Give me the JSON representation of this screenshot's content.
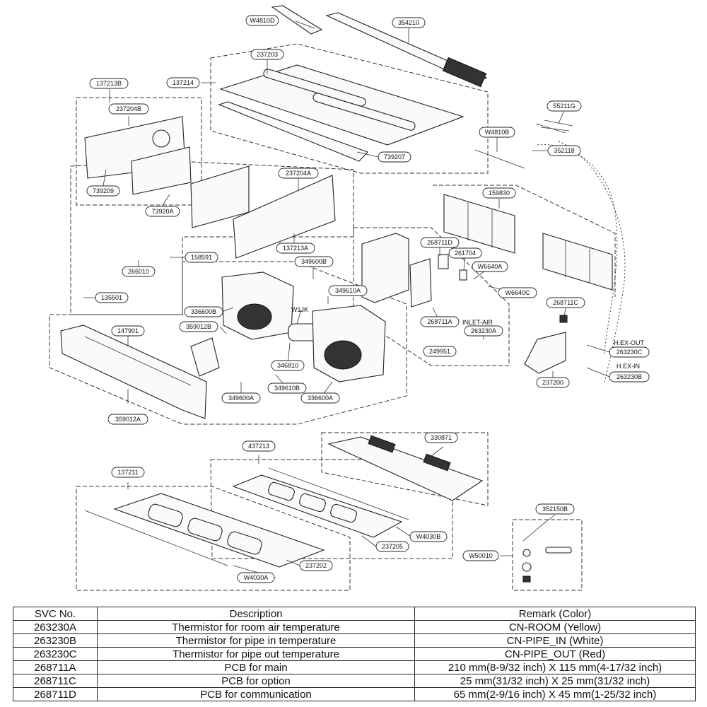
{
  "callouts": [
    "W4810D",
    "354210",
    "237203",
    "137214",
    "137213B",
    "237204B",
    "739209",
    "73920A",
    "237204A",
    "739207",
    "55211G",
    "W4810B",
    "352118",
    "159830",
    "158591",
    "137213A",
    "266010",
    "349600B",
    "349610A",
    "135501",
    "336600B",
    "W1JK",
    "268711D",
    "261704",
    "W6640A",
    "W6640C",
    "268711C",
    "359012B",
    "147901",
    "346810",
    "268711A",
    "INLET-AIR",
    "263230A",
    "249951",
    "263230C",
    "263230B",
    "237200",
    "349610B",
    "349600A",
    "336600A",
    "359012A",
    "330871",
    "437213",
    "137211",
    "W4030B",
    "237205",
    "352150B",
    "W50010",
    "237202",
    "W4030A"
  ],
  "side_labels": {
    "hex_out": "H.EX-OUT",
    "hex_in": "H.EX-IN"
  },
  "table": {
    "headers": [
      "SVC No.",
      "Description",
      "Remark (Color)"
    ],
    "rows": [
      [
        "263230A",
        "Thermistor for room air temperature",
        "CN-ROOM (Yellow)"
      ],
      [
        "263230B",
        "Thermistor for pipe in temperature",
        "CN-PIPE_IN (White)"
      ],
      [
        "263230C",
        "Thermistor for pipe out temperature",
        "CN-PIPE_OUT (Red)"
      ],
      [
        "268711A",
        "PCB for main",
        "210 mm(8-9/32 inch) X 115 mm(4-17/32 inch)"
      ],
      [
        "268711C",
        "PCB for option",
        "25 mm(31/32 inch) X 25 mm(31/32 inch)"
      ],
      [
        "268711D",
        "PCB for communication",
        "65 mm(2-9/16 inch) X 45 mm(1-25/32 inch)"
      ]
    ]
  }
}
